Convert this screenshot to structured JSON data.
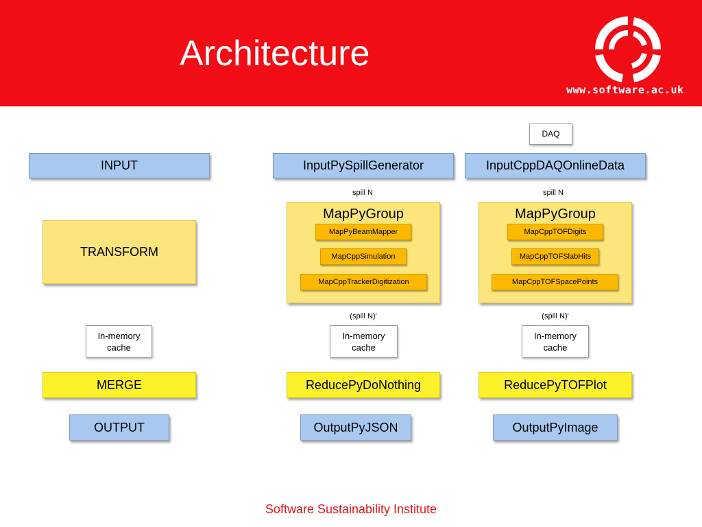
{
  "header": {
    "title": "Architecture",
    "url": "www.software.ac.uk",
    "logo_icon": "ssi-logo-icon",
    "background_color": "#f00d16"
  },
  "diagram": {
    "daq": "DAQ",
    "stages": {
      "input": "INPUT",
      "transform": "TRANSFORM",
      "cache": "In-memory cache",
      "merge": "MERGE",
      "output": "OUTPUT"
    },
    "middle": {
      "input": "InputPySpillGenerator",
      "spill_label": "spill N",
      "group_title": "MapPyGroup",
      "mappers": [
        "MapPyBeamMapper",
        "MapCppSimulation",
        "MapCppTrackerDigitization"
      ],
      "spill_out_label": "(spill N)'",
      "cache": "In-memory cache",
      "reduce": "ReducePyDoNothing",
      "output": "OutputPyJSON"
    },
    "right": {
      "input": "InputCppDAQOnlineData",
      "spill_label": "spill N",
      "group_title": "MapPyGroup",
      "mappers": [
        "MapCppTOFDigits",
        "MapCppTOFSlabHits",
        "MapCppTOFSpacePoints"
      ],
      "spill_out_label": "(spill N)'",
      "cache": "In-memory cache",
      "reduce": "ReducePyTOFPlot",
      "output": "OutputPyImage"
    }
  },
  "footer": {
    "text": "Software Sustainability Institute",
    "color": "#e0161c"
  }
}
